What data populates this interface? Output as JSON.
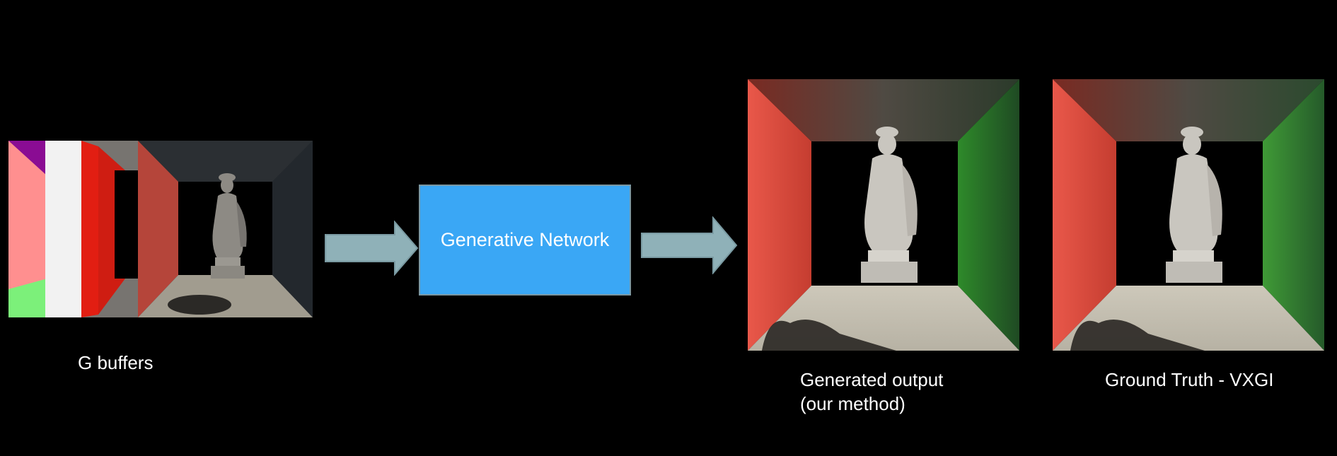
{
  "diagram": {
    "input_label": "G buffers",
    "network_label": "Generative Network",
    "output_label_line1": "Generated output",
    "output_label_line2": "(our method)",
    "ground_truth_label": "Ground Truth - VXGI"
  },
  "colors": {
    "background": "#000000",
    "network_box": "#3aa7f5",
    "arrow": "#8fb1b8",
    "wall_red": "#d9483a",
    "wall_green": "#3f9a36",
    "floor": "#b9b4a6"
  }
}
